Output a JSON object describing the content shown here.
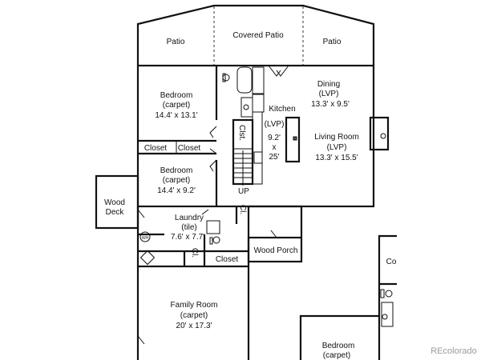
{
  "rooms": {
    "patio_left": "Patio",
    "covered_patio": "Covered Patio",
    "patio_right": "Patio",
    "bedroom1": {
      "name": "Bedroom",
      "floor": "(carpet)",
      "size": "14.4' x 13.1'"
    },
    "closet1": "Closet",
    "closet2": "Closet",
    "bedroom2": {
      "name": "Bedroom",
      "floor": "(carpet)",
      "size": "14.4' x 9.2'"
    },
    "closet_stair": "Clst.",
    "kitchen": {
      "name": "Kitchen",
      "floor": "(LVP)",
      "size_a": "9.2'",
      "size_x": "x",
      "size_b": "25'"
    },
    "dining": {
      "name": "Dining",
      "floor": "(LVP)",
      "size": "13.3' x 9.5'"
    },
    "living": {
      "name": "Living Room",
      "floor": "(LVP)",
      "size": "13.3' x 15.5'"
    },
    "stairs_up": "UP",
    "wood_deck": {
      "line1": "Wood",
      "line2": "Deck"
    },
    "laundry": {
      "name": "Laundry",
      "floor": "(tile)",
      "size": "7.6' x 7.7'"
    },
    "closet_cl1": "Cl.",
    "closet_cl2": "Cl.",
    "closet3": "Closet",
    "wood_porch": "Wood Porch",
    "family_room": {
      "name": "Family Room",
      "floor": "(carpet)",
      "size": "20' x 17.3'"
    },
    "partial_room": "Co",
    "bedroom3": {
      "name": "Bedroom",
      "floor": "(carpet)"
    },
    "water_heater": "WH"
  },
  "watermark": "REcolorado"
}
